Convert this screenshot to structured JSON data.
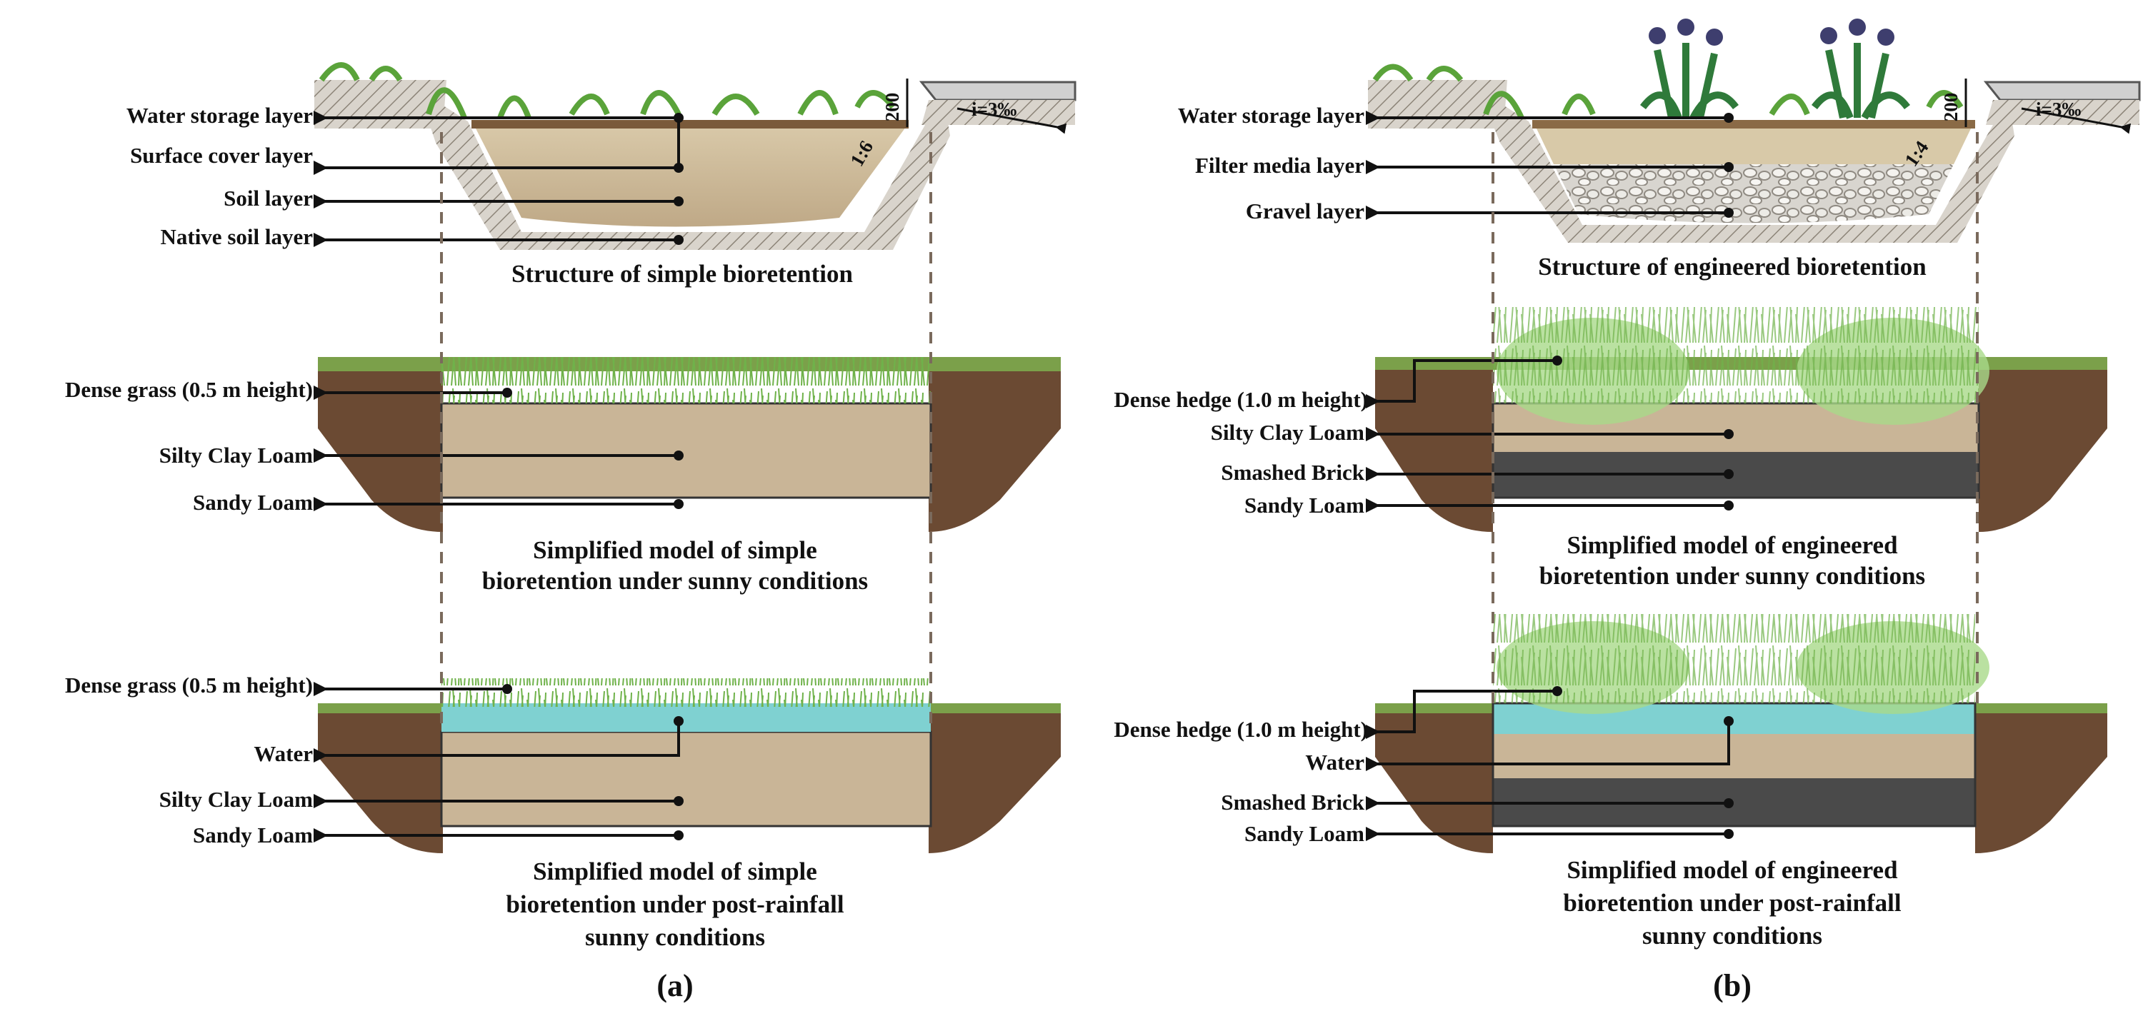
{
  "panel_a": {
    "label": "(a)",
    "structure": {
      "labels": [
        "Water storage layer",
        "Surface cover layer",
        "Soil layer",
        "Native soil layer"
      ],
      "caption": "Structure of simple bioretention",
      "dim_height": "200",
      "slope_ratio": "1:6",
      "slope_grade": "i=3‰"
    },
    "sunny": {
      "labels": [
        "Dense grass (0.5 m height)",
        "Silty Clay Loam",
        "Sandy Loam"
      ],
      "caption": [
        "Simplified model of simple",
        "bioretention under sunny conditions"
      ]
    },
    "post_rain": {
      "labels": [
        "Dense grass (0.5 m height)",
        "Water",
        "Silty Clay Loam",
        "Sandy Loam"
      ],
      "caption": [
        "Simplified model of simple",
        "bioretention under post-rainfall",
        "sunny conditions"
      ]
    }
  },
  "panel_b": {
    "label": "(b)",
    "structure": {
      "labels": [
        "Water storage layer",
        "Filter media layer",
        "Gravel layer"
      ],
      "caption": "Structure of engineered bioretention",
      "dim_height": "200",
      "slope_ratio": "1:4",
      "slope_grade": "i=3‰"
    },
    "sunny": {
      "labels": [
        "Dense hedge (1.0 m height)",
        "Silty Clay Loam",
        "Smashed Brick",
        "Sandy Loam"
      ],
      "caption": [
        "Simplified model of engineered",
        "bioretention under sunny conditions"
      ]
    },
    "post_rain": {
      "labels": [
        "Dense hedge (1.0 m height)",
        "Water",
        "Smashed Brick",
        "Sandy Loam"
      ],
      "caption": [
        "Simplified model of engineered",
        "bioretention under post-rainfall",
        "sunny conditions"
      ]
    }
  },
  "colors": {
    "soil": "#c8b497",
    "soil_dark": "#a9906e",
    "native_soil": "#8a7a6a",
    "water": "#7fd1d1",
    "brick": "#4a4a4a",
    "grass": "#7bbf4a",
    "ground_dark": "#5a3d2a"
  }
}
